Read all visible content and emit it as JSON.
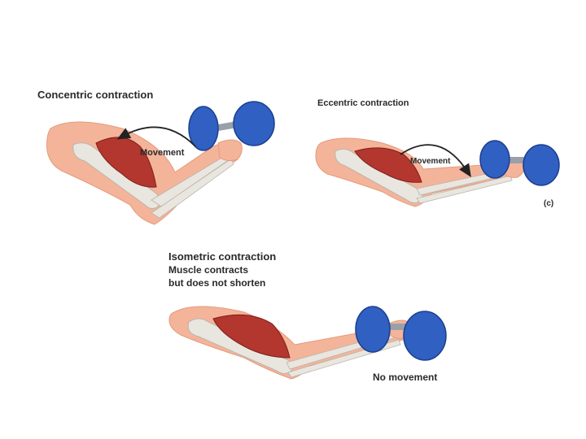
{
  "panels": {
    "concentric": {
      "title": "Concentric contraction",
      "movement_label": "Movement"
    },
    "eccentric": {
      "title": "Eccentric contraction",
      "movement_label": "Movement",
      "panel_tag": "(c)"
    },
    "isometric": {
      "title": "Isometric contraction",
      "subtitle_line1": "Muscle contracts",
      "subtitle_line2": "but does not shorten",
      "movement_label": "No movement"
    }
  },
  "colors": {
    "skin": "#f4b49a",
    "skin_edge": "#e59a7c",
    "bone": "#e9e6e0",
    "bone_edge": "#b9b4ab",
    "muscle": "#b3372f",
    "muscle_dark": "#7e1f1a",
    "dumbbell": "#2f60c2",
    "dumbbell_dark": "#1c3f8e",
    "bar": "#9aa0aa",
    "arrow": "#222222"
  }
}
